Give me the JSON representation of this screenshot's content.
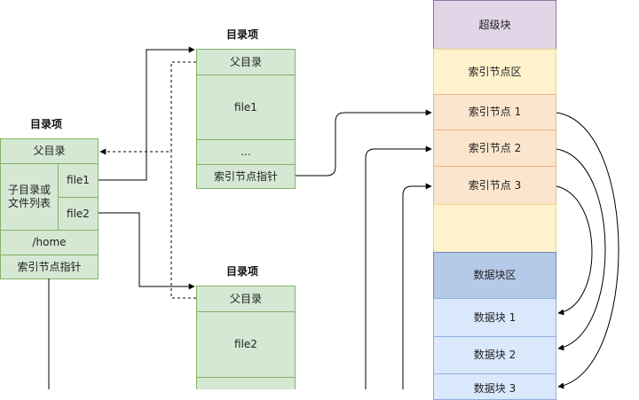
{
  "left_dir": {
    "title": "目录项",
    "parent": "父目录",
    "subdir_label": "子目录或\n文件列表",
    "file1": "file1",
    "file2": "file2",
    "home": "/home",
    "inode_ptr": "索引节点指针"
  },
  "top_dir": {
    "title": "目录项",
    "parent": "父目录",
    "file": "file1",
    "ellipsis": "...",
    "inode_ptr": "索引节点指针"
  },
  "bottom_dir": {
    "title": "目录项",
    "parent": "父目录",
    "file": "file2"
  },
  "disk": {
    "superblock": "超级块",
    "inode_area": "索引节点区",
    "inode1": "索引节点 1",
    "inode2": "索引节点 2",
    "inode3": "索引节点 3",
    "data_area": "数据块区",
    "data1": "数据块 1",
    "data2": "数据块 2",
    "data3": "数据块 3"
  }
}
